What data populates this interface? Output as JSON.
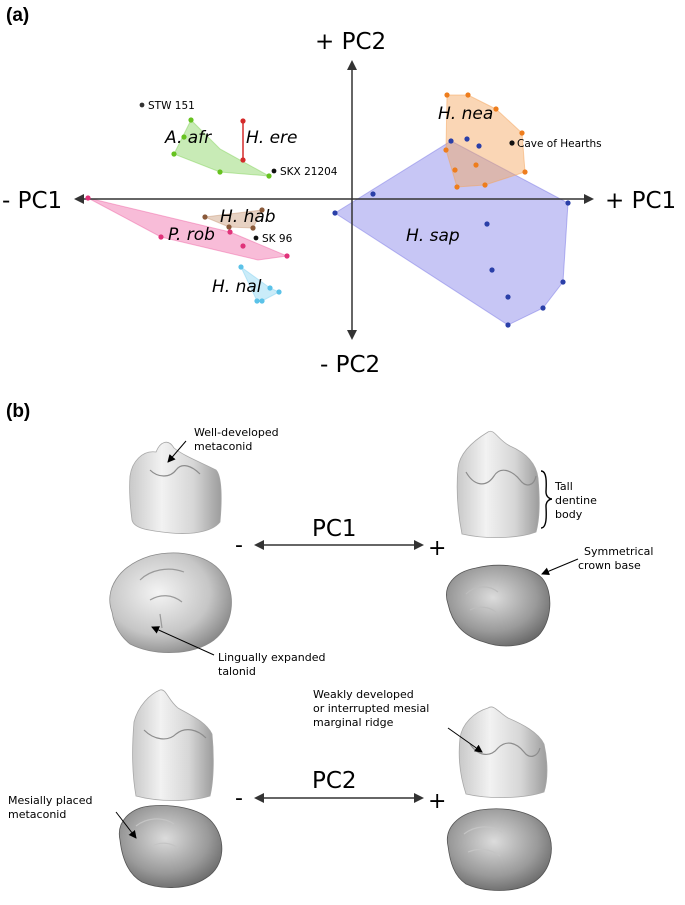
{
  "panel_a": {
    "label": "(a)",
    "axes": {
      "pc1_pos": "+ PC1",
      "pc1_neg": "- PC1",
      "pc2_pos": "+ PC2",
      "pc2_neg": "- PC2"
    },
    "groups": [
      {
        "id": "a_afr",
        "label": "A. afr",
        "color": "#66c21f"
      },
      {
        "id": "h_ere",
        "label": "H. ere",
        "color": "#d42a2a"
      },
      {
        "id": "h_hab",
        "label": "H. hab",
        "color": "#8a5a3a"
      },
      {
        "id": "p_rob",
        "label": "P. rob",
        "color": "#e0337a"
      },
      {
        "id": "h_nal",
        "label": "H. nal",
        "color": "#5bc2e8"
      },
      {
        "id": "h_nea",
        "label": "H. nea",
        "color": "#ee7d1d"
      },
      {
        "id": "h_sap",
        "label": "H. sap",
        "color": "#2a3fa8"
      }
    ],
    "specimens": [
      {
        "label": "STW 151"
      },
      {
        "label": "SKX 21204"
      },
      {
        "label": "SK 96"
      },
      {
        "label": "Cave of Hearths"
      }
    ]
  },
  "panel_b": {
    "label": "(b)",
    "pc1": {
      "label": "PC1",
      "minus": "-",
      "plus": "+"
    },
    "pc2": {
      "label": "PC2",
      "minus": "-",
      "plus": "+"
    },
    "annotations": {
      "metaconid": [
        "Well-developed",
        "metaconid"
      ],
      "tall_body": [
        "Tall",
        "dentine",
        "body"
      ],
      "symmetrical": [
        "Symmetrical",
        "crown base"
      ],
      "lingual": [
        "Lingually expanded",
        "talonid"
      ],
      "mesial_ridge": [
        "Weakly developed",
        "or interrupted mesial",
        "marginal ridge"
      ],
      "mesial_metaconid": [
        "Mesially placed",
        "metaconid"
      ]
    }
  }
}
